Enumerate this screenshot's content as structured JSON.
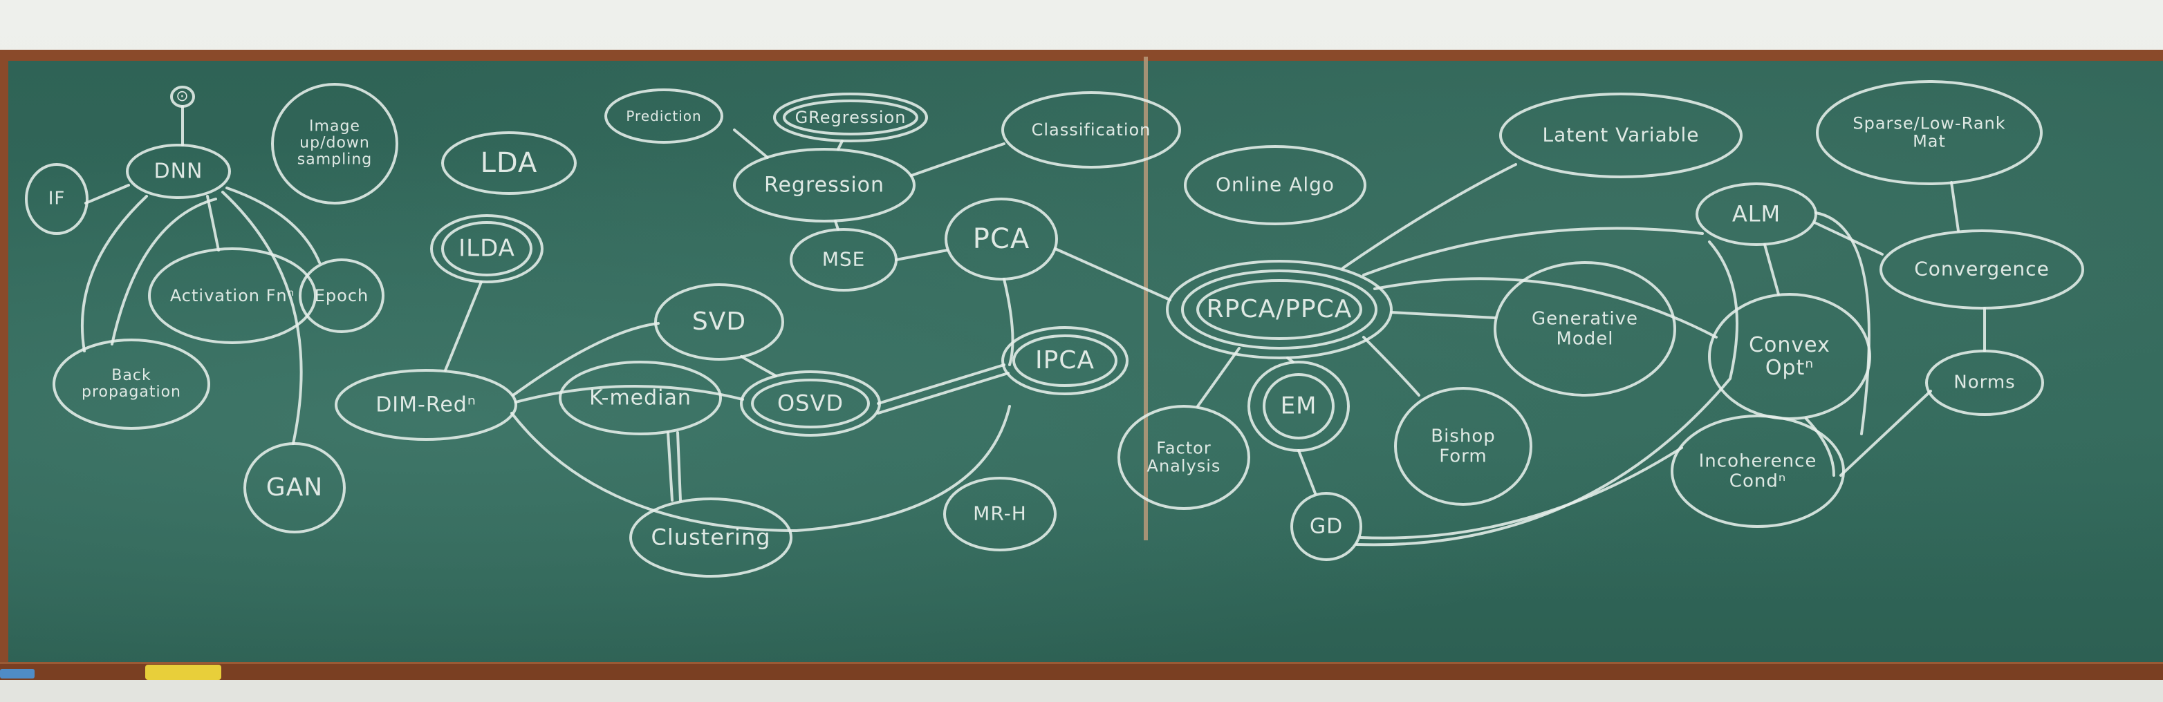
{
  "nodes": {
    "o_top": "⊙",
    "dnn": "DNN",
    "if": "IF",
    "image_sampling": "Image up/down sampling",
    "activation_fn": "Activation Fnⁿ",
    "epoch": "Epoch",
    "back_propagation": "Back propagation",
    "gan": "GAN",
    "lda": "LDA",
    "ilda": "ILDA",
    "dim_redn": "DIM-Redⁿ",
    "prediction": "Prediction",
    "g_regression": "GRegression",
    "regression": "Regression",
    "mse": "MSE",
    "classification": "Classification",
    "pca": "PCA",
    "svd": "SVD",
    "osvd": "OSVD",
    "ipca": "IPCA",
    "k_median": "K-median",
    "clustering": "Clustering",
    "mr_h": "MR-H",
    "online_algo": "Online Algo",
    "rpca_ppca": "RPCA/PPCA",
    "latent_variable": "Latent Variable",
    "generative_model": "Generative Model",
    "factor_analysis": "Factor Analysis",
    "em": "EM",
    "bishop_form": "Bishop Form",
    "gd": "GD",
    "alm": "ALM",
    "sparse_low_rank": "Sparse/Low-Rank Mat",
    "convergence": "Convergence",
    "convex_opt": "Convex Optⁿ",
    "norms": "Norms",
    "incoherence_cond": "Incoherence Condⁿ"
  }
}
